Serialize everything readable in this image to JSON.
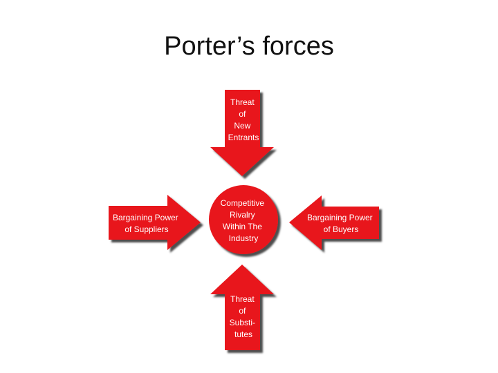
{
  "slide": {
    "title": "Porter’s forces"
  },
  "diagram": {
    "fill_color": "#e8131a",
    "shadow_color": "#3a3a3a",
    "text_color": "#ffffff",
    "center": {
      "lines": [
        "Competitive",
        "Rivalry",
        "Within The",
        "Industry"
      ]
    },
    "top_arrow": {
      "lines": [
        "Threat",
        "of",
        "New",
        "Entrants"
      ]
    },
    "bottom_arrow": {
      "lines": [
        "Threat",
        "of",
        "Substi-",
        "tutes"
      ]
    },
    "left_arrow": {
      "lines": [
        "Bargaining Power",
        "of Suppliers"
      ]
    },
    "right_arrow": {
      "lines": [
        "Bargaining Power",
        "of Buyers"
      ]
    }
  }
}
